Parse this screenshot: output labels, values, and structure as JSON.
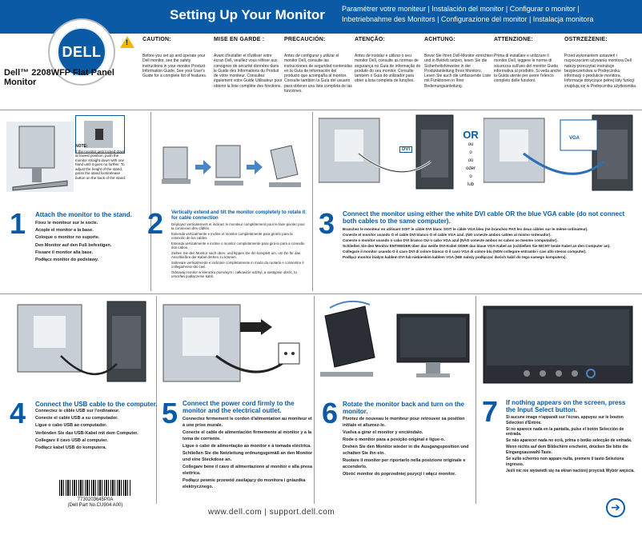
{
  "header": {
    "title": "Setting Up Your Monitor",
    "languages_line1": "Paramétrer votre moniteur | Instalación del monitor | Configurar o monitor |",
    "languages_line2": "Inbetriebnahme des Monitors | Configurazione del monitor | Instalacja monitora"
  },
  "brand": {
    "logo_text": "DELL",
    "product": "Dell™ 2208WFP Flat Panel Monitor"
  },
  "warnings": [
    {
      "heading": "CAUTION:",
      "text": "Before you set up and operate your Dell monitor, see the safety instructions in your monitor Product Information Guide. See your User's Guide for a complete list of features."
    },
    {
      "heading": "MISE EN GARDE :",
      "text": "Avant d'installer et d'utiliser votre écran Dell, veuillez vous référer aux consignes de sécurité données dans le Guide des Informations du Produit de votre moniteur. Consultez également votre Guide Utilisateur pour obtenir la liste complète des fonctions."
    },
    {
      "heading": "PRECAUCIÓN:",
      "text": "Antes de configurar y utilizar el monitor Dell, consulte las instrucciones de seguridad contenidas en la Guía de información del producto que acompaña al monitor. Consulte también la Guía del usuario para obtener una lista completa de las funciones."
    },
    {
      "heading": "ATENÇÃO:",
      "text": "Antes de instalar e utilizar o seu monitor Dell, consulte as normas de segurança no Guia de informação do produto do seu monitor. Consulte também o Guia do utilizador para obter a lista completa de funções."
    },
    {
      "heading": "ACHTUNG:",
      "text": "Bevor Sie Ihren Dell-Monitor einrichten und in Betrieb setzen, lesen Sie die Sicherheitshinweise in der Produktanleitung Ihres Monitors. Lesen Sie auch die umfassende Liste mit Funktionen in Ihrer Bedienungsanleitung."
    },
    {
      "heading": "ATTENZIONE:",
      "text": "Prima di installare e utilizzare il monitor Dell, leggere le norme di sicurezza sull'uso del monitor Guida informativa al prodotto. Si veda anche la Guida utente per avere l'elenco completo delle funzioni."
    },
    {
      "heading": "OSTRZEŻENIE:",
      "text": "Przed wykonaniem ustawień i rozpoczęciem używania monitora Dell należy przeczytać instrukcje bezpieczeństwa w Podręczniku informacji o produkcie monitora. Informacje dotyczące pełnej listy funkcji znajdują się w Podręczniku użytkownika."
    }
  ],
  "note": {
    "heading": "NOTE:",
    "text": "If the monitor gets locked down at lowest position, push the monitor straight down with one hand until it goes no further. To adjust the height of the stand, press the stand lock/release button on the back of the stand."
  },
  "or_block": {
    "or": "OR",
    "words": [
      "ou",
      "o",
      "ou",
      "oder",
      "o",
      "lub"
    ]
  },
  "labels": {
    "dvi": "DVI",
    "vga": "VGA"
  },
  "steps": [
    {
      "num": "1",
      "heading": "Attach the monitor to the stand.",
      "lines": [
        "Fixez le moniteur sur le socle.",
        "Acople el monitor a la base.",
        "Coloque o monitor no suporte.",
        "Den Monitor auf den Fuß befestigen.",
        "Fissare il monitor alla base.",
        "Podłącz monitor do podstawy."
      ]
    },
    {
      "num": "2",
      "heading": "Vertically extend and tilt the monitor completely to rotate it for cable connection",
      "lines": [
        "Déployez verticalement et inclinez le moniteur complètement pour le faire pivoter pour la connexion des câbles.",
        "Extienda verticalmente e incline el monitor completamente para girarlo para la conexión de los cables.",
        "Estenda verticalmente e incline o monitor completamente para girá-lo para a conexão dos cabos.",
        "Ziehen Sie den Monitor nach oben, und kippen Sie ihn komplett um, um ihn für das Anschließen der Kabel drehen zu können.",
        "Sollevare verticalmente e inclinare completamente in modo da ruotarlo e consentire il collegamento dei cavi.",
        "Odsuwaj monitor w kierunku pionowym i całkowicie odchyl, a następnie obróć, to umożliwi podłączenie kabli."
      ]
    },
    {
      "num": "3",
      "heading": "Connect the monitor using either the white DVI cable OR the blue VGA cable (do not connect both cables to the same computer).",
      "lines": [
        "Branchez le moniteur en utilisant SOIT le câble DVI blanc SOIT le câble VGA bleu (ne branchez PAS les deux câbles sur le même ordinateur).",
        "Conecte el monitor usando O el cable DVI blanco O el cable VGA azul. (NO conecte ambos cables al mismo ordenador).",
        "Conecte o monitor usando o cabo DVI branco OU o cabo VGA azul (NÃO conecte ambos os cabos ao mesmo computador).",
        "Schließen Sie den Monitor ENTWEDER über das weiße DVI-Kabel ODER das blaue VGA-Kabel an (schließen Sie NICHT beide Kabel an den Computer an).",
        "Collegare il monitor usando O il cavo DVI di colore bianco O il cavo VGA di colore blu (NON collegare entrambi i cavi allo stesso computer).",
        "Podłącz monitor białym kablem DVI lub niebieskim kablem VGA (NIE należy podłączać dwóch kabli do tego samego komputera)."
      ]
    },
    {
      "num": "4",
      "heading": "Connect the USB cable to the computer.",
      "lines": [
        "Connectez le câble USB sur l'ordinateur.",
        "Conecte el cable USB a su computador.",
        "Ligue o cabo USB ao computador.",
        "Verbinden Sie das USB-Kabel mit dem Computer.",
        "Collegare il cavo USB al computer.",
        "Podłącz kabel USB do komputera."
      ]
    },
    {
      "num": "5",
      "heading": "Connect the power cord firmly to the monitor and the electrical outlet.",
      "lines": [
        "Connectez fermement le cordon d'alimentation au moniteur et à une prise murale.",
        "Conecte el cable de alimentación firmemente al monitor y a la toma de corriente.",
        "Ligue o cabo de alimentação ao monitor e à tomada eléctrica.",
        "Schließen Sie die Netzleitung ordnungsgemäß an den Monitor und eine Steckdose an.",
        "Collegare bene il cavo di alimentazione al monitor e alla presa elettrica.",
        "Podłącz pewnie przewód zasilający do monitora i gniazdka elektrycznego."
      ]
    },
    {
      "num": "6",
      "heading": "Rotate the monitor back and turn on the monitor.",
      "lines": [
        "Pivotez de nouveau le moniteur pour retrouver sa position initiale et allumez-le.",
        "Vuelva a girar el monitor y enciéndalo.",
        "Rode o monitor para a posição original e ligue-o.",
        "Drehen Sie den Monitor wieder in die Ausgangsposition und schalten Sie ihn ein.",
        "Ruotare il monitor per riportarlo nella posizione originale e accenderlo.",
        "Obróć monitor do poprzedniej pozycji i włącz monitor."
      ]
    },
    {
      "num": "7",
      "heading": "If nothing appears on the screen, press the Input Select button.",
      "lines": [
        "Si aucune image n'apparaît sur l'écran, appuyez sur le bouton Sélection d'Entrée.",
        "Si no aparece nada en la pantalla, pulse el botón Selección de entrada.",
        "Se não aparecer nada no ecrã, prima o botão selecção de entrada.",
        "Wenn nichts auf dem Bildschirm erscheint, drücken Sie bitte die Eingangsauswahl-Taste.",
        "Se sullo schermo non appare nulla, premere il tasto Seleziona ingresso.",
        "Jeśli nic nie wyświetli się na ekran naciśnij przycisk Wybór wejścia."
      ]
    }
  ],
  "footer": {
    "url": "www.dell.com | support.dell.com",
    "barcode_number": "7730203645P0A",
    "part_no": "(Dell Part No.CU904 A00)"
  },
  "colors": {
    "dell_blue": "#0a5aa6",
    "warning_yellow": "#f2b700"
  }
}
